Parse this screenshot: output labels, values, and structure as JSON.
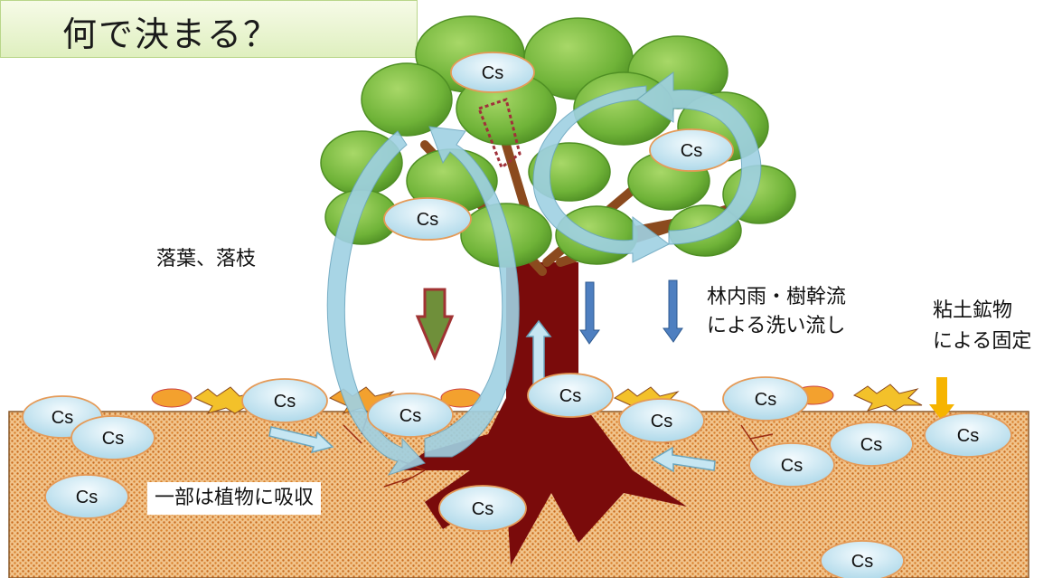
{
  "title": "何で決まる？",
  "labels": {
    "litterfall": "落葉、落枝",
    "throughfall_line1": "林内雨・樹幹流",
    "throughfall_line2": "による洗い流し",
    "clay_line1": "粘土鉱物",
    "clay_line2": "による固定",
    "absorption": "一部は植物に吸収"
  },
  "cesium_label": "Cs",
  "colors": {
    "soil": "#e9a75c",
    "trunk": "#7a0b0b",
    "foliage": "#6fb338",
    "cs_fill": "#cfe8f2",
    "cs_border": "#e59a57",
    "arrow_light": "#9fd1e3",
    "arrow_blue": "#4e7fc0",
    "arrow_orange": "#f6b400",
    "arrow_olive": "#6f8f3a"
  }
}
